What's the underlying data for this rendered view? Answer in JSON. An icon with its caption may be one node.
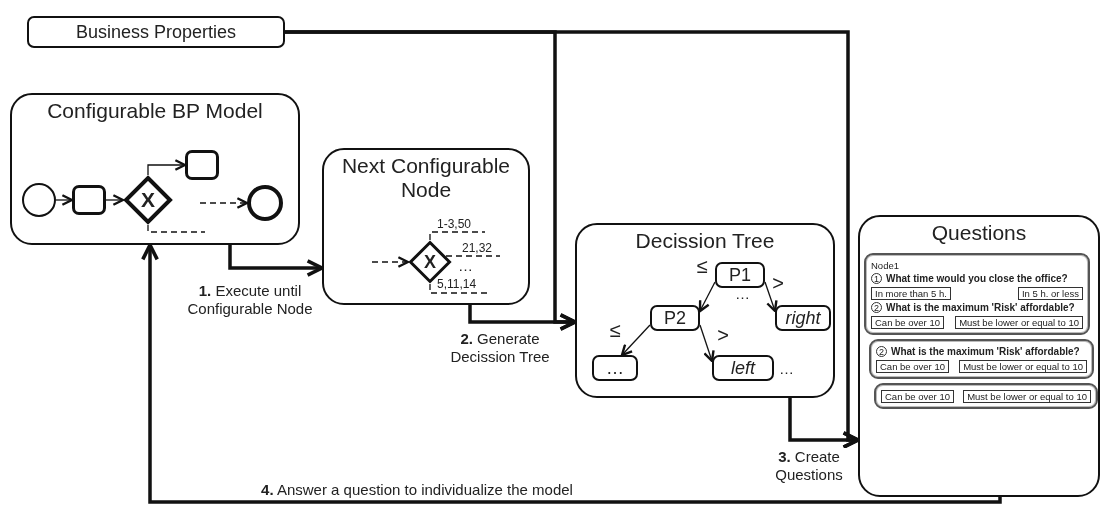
{
  "diagram": {
    "nodes": [
      {
        "text": [
          "Business Properties"
        ]
      },
      {
        "text": [
          "Configurable BP Model"
        ]
      },
      {
        "text": [],
        "shape": "circle",
        "in": 1
      },
      {
        "text": [],
        "shape": "box",
        "in": 1
      },
      {
        "text": [
          "X"
        ],
        "in": 1
      },
      {
        "text": [],
        "shape": "box",
        "in": 1
      },
      {
        "text": [],
        "shape": "circle",
        "in": 1
      },
      {
        "text": [
          "Next Configurable Node"
        ]
      },
      {
        "text": [
          "X"
        ],
        "in": 7
      },
      {
        "text": [
          "Decission Tree"
        ]
      },
      {
        "text": [
          "P1"
        ],
        "in": 9
      },
      {
        "text": [
          "P2"
        ],
        "in": 9
      },
      {
        "text": [
          "right"
        ],
        "in": 9
      },
      {
        "text": [
          "…"
        ],
        "in": 9
      },
      {
        "text": [
          "left"
        ],
        "in": 9
      },
      {
        "text": [
          "Questions"
        ]
      },
      {
        "text": [
          "Node1",
          "1",
          "What time would you close the office?",
          "In more than 5 h.",
          "In 5 h. or less",
          "2",
          "What is the maximum 'Risk' affordable?",
          "Can be over 10",
          "Must be lower or equal to 10"
        ],
        "in": 15
      },
      {
        "text": [
          "2",
          "What is the maximum 'Risk' affordable?",
          "Can be over 10",
          "Must be lower or equal to 10"
        ],
        "in": 15
      },
      {
        "text": [
          "Can be over 10",
          "Must be lower or equal to 10"
        ],
        "in": 15
      }
    ],
    "edges": [
      {
        "from": 2,
        "to": 3,
        "arrow": "to"
      },
      {
        "from": 3,
        "to": 4,
        "arrow": "to"
      },
      {
        "from": 4,
        "to": 5,
        "arrow": "to"
      },
      {
        "from": null,
        "to": 6,
        "arrow": "to",
        "style": "dashed"
      },
      {
        "from": 4,
        "to": null,
        "arrow": "none",
        "style": "dashed"
      },
      {
        "from": null,
        "to": 8,
        "arrow": "to",
        "style": "dashed"
      },
      {
        "from": 8,
        "to": null,
        "arrow": "none",
        "style": "dashed",
        "label": "1-3,50"
      },
      {
        "from": 8,
        "to": null,
        "arrow": "none",
        "style": "dashed",
        "label": "21,32"
      },
      {
        "from": 8,
        "to": null,
        "arrow": "none",
        "style": "dashed",
        "label": "5,11,14"
      },
      {
        "from": 10,
        "to": 11,
        "arrow": "to",
        "label": "≤"
      },
      {
        "from": 10,
        "to": 12,
        "arrow": "to",
        "label": ">"
      },
      {
        "from": 11,
        "to": 13,
        "arrow": "to",
        "label": "≤"
      },
      {
        "from": 11,
        "to": 14,
        "arrow": "to",
        "label": ">"
      },
      {
        "from": 1,
        "to": 7,
        "arrow": "to",
        "style": "thick",
        "label": "**1.** Execute until Configurable Node"
      },
      {
        "from": 0,
        "to": 9,
        "arrow": "to",
        "style": "thick"
      },
      {
        "from": 7,
        "to": 9,
        "arrow": "to",
        "style": "thick",
        "label": "**2.** Generate Decission Tree"
      },
      {
        "from": 0,
        "to": 15,
        "arrow": "to",
        "style": "thick"
      },
      {
        "from": 9,
        "to": 15,
        "arrow": "to",
        "style": "thick",
        "label": "**3.** Create Questions"
      },
      {
        "from": 15,
        "to": 1,
        "arrow": "to",
        "style": "thick",
        "label": "**4.** Answer a question to individualize the model"
      }
    ],
    "labels": [
      "…",
      "…",
      "…"
    ]
  }
}
